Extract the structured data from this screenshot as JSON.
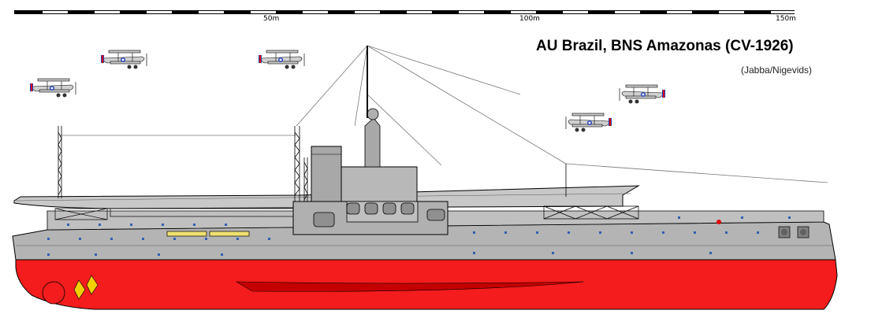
{
  "title": "AU Brazil, BNS Amazonas (CV-1926)",
  "credit": "(Jabba/Nigevids)",
  "scale": {
    "labels": [
      "50m",
      "100m",
      "150m"
    ]
  },
  "colors": {
    "hull_grey": "#b4b4b4",
    "deck_grey": "#c8c8c8",
    "superstructure_grey": "#a0a0a0",
    "lower_hull_red": "#f41c1c",
    "dark_red": "#c40000",
    "propeller_yellow": "#f0d000",
    "window_blue": "#3060b0",
    "roundel_red": "#e00000",
    "roundel_blue": "#2040c0"
  },
  "icons": [
    "biplane-icon",
    "propeller-icon",
    "rudder-icon",
    "lifeboat-icon",
    "gun-turret-icon",
    "lattice-mast-icon"
  ]
}
